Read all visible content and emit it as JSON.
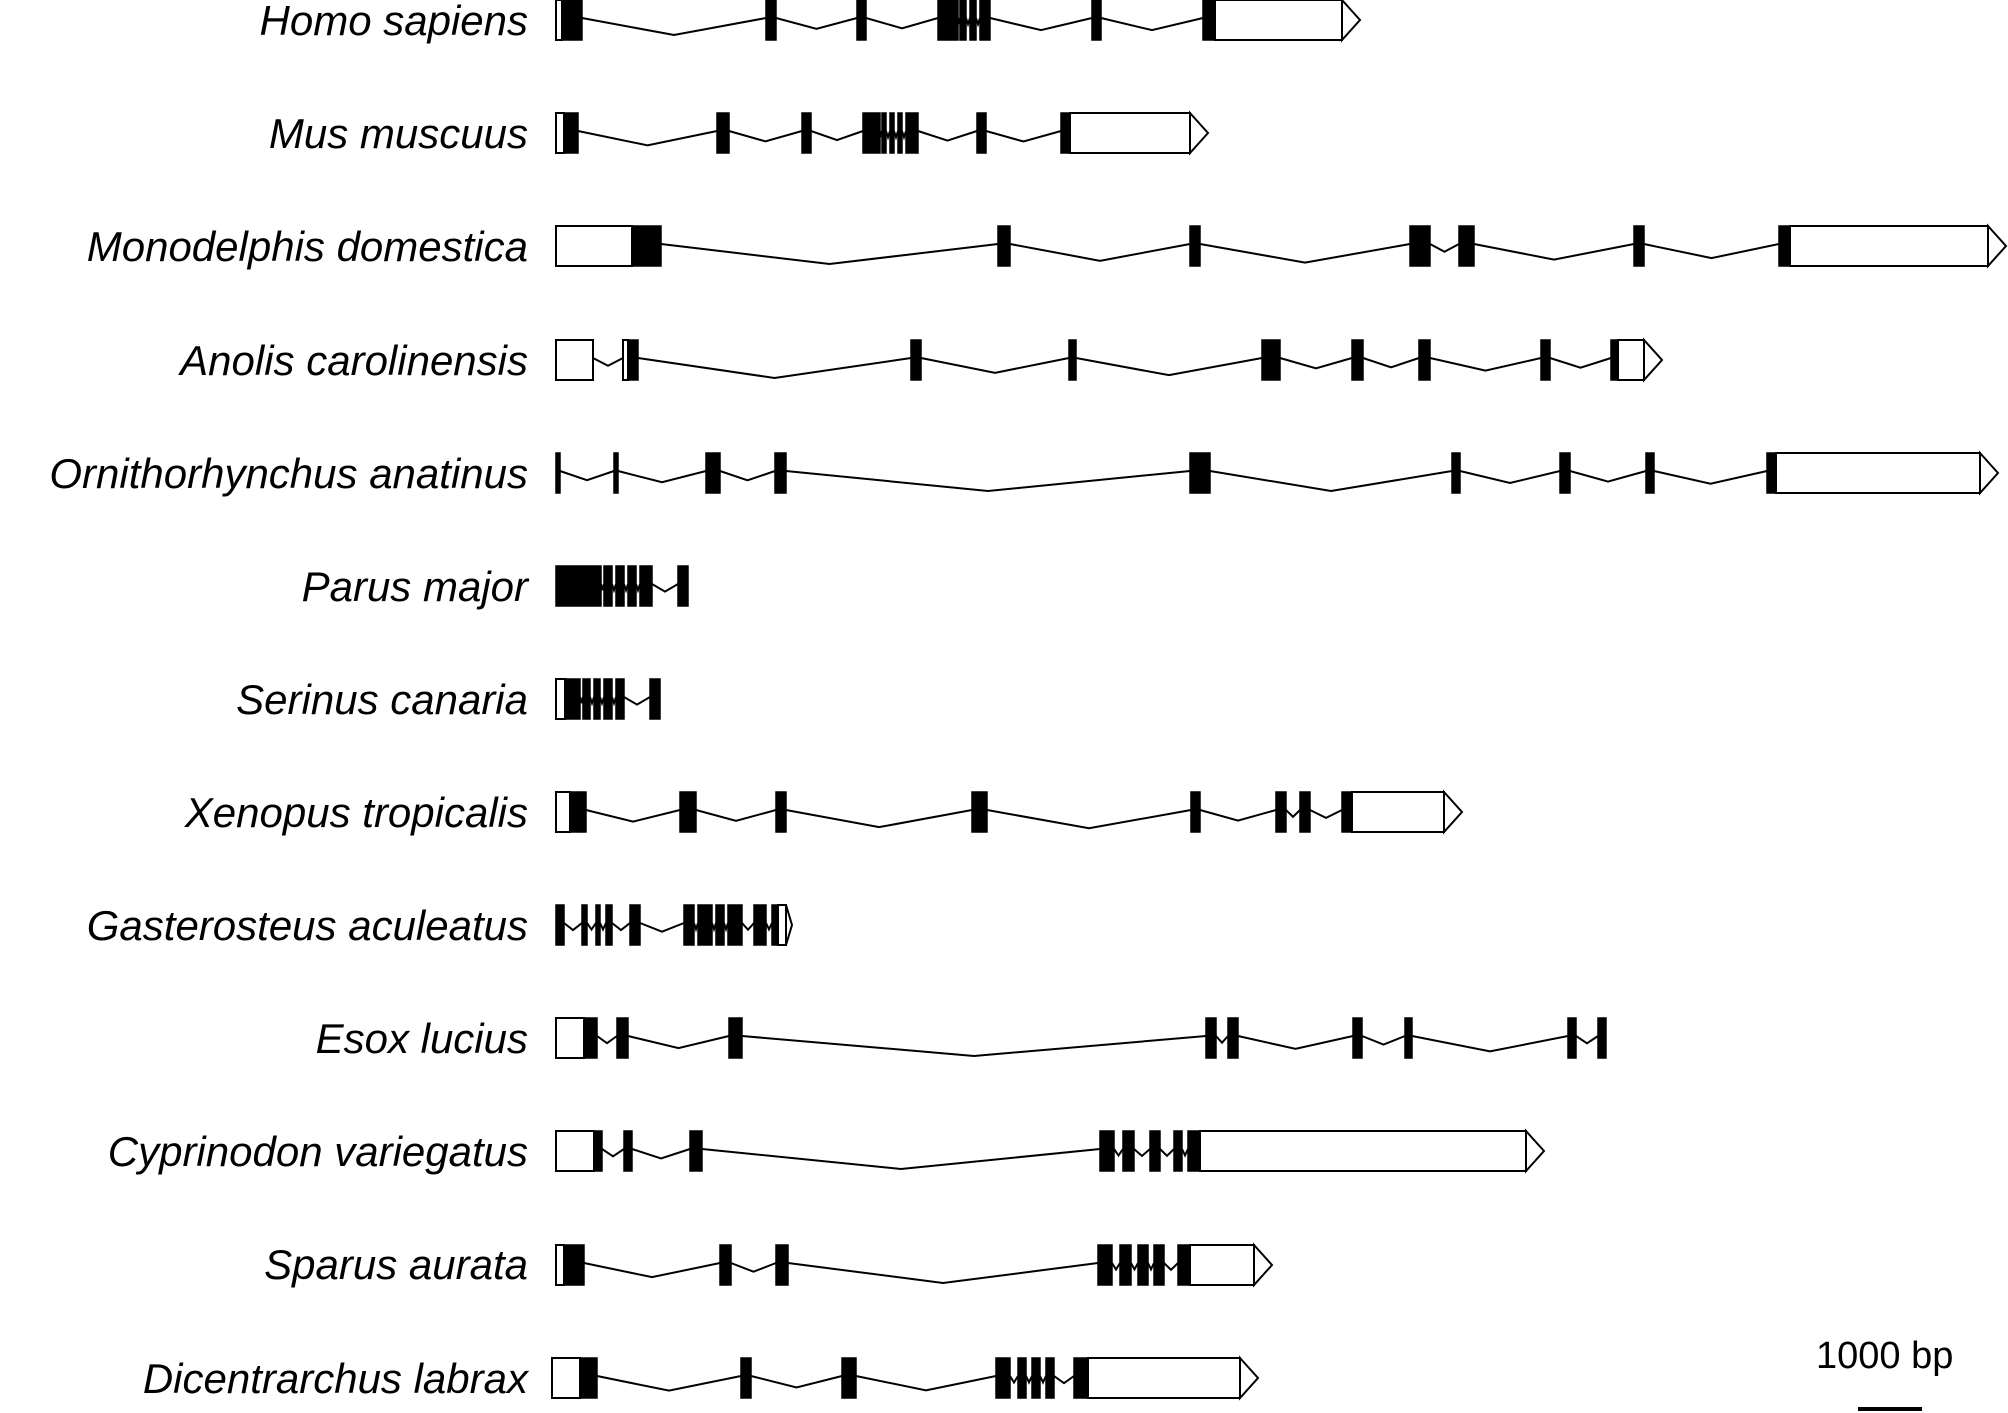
{
  "figure": {
    "species": [
      "Homo sapiens",
      "Mus muscuus",
      "Monodelphis domestica",
      "Anolis carolinensis",
      "Ornithorhynchus anatinus",
      "Parus major",
      "Serinus canaria",
      "Xenopus tropicalis",
      "Gasterosteus aculeatus",
      "Esox lucius",
      "Cyprinodon variegatus",
      "Sparus aurata",
      "Dicentrarchus labrax"
    ],
    "scale_bar": {
      "label": "1000 bp",
      "length_bp": 1000
    },
    "colors": {
      "ink": "#000000",
      "utr_fill": "#ffffff"
    }
  }
}
